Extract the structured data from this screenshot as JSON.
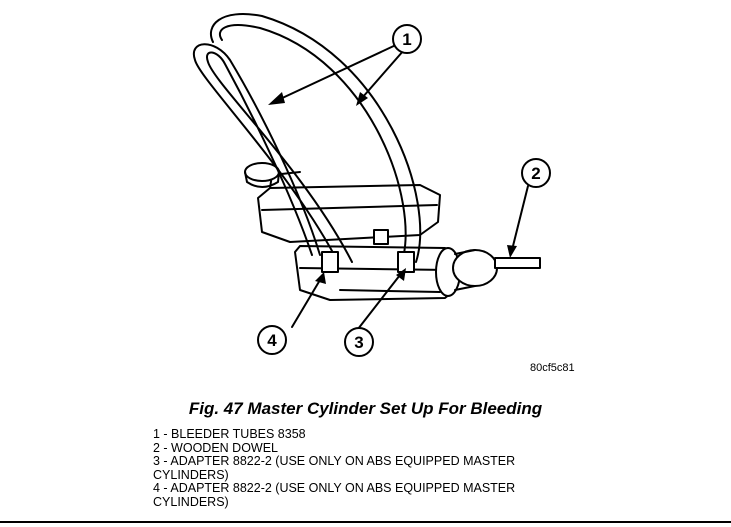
{
  "callouts": [
    {
      "number": "1"
    },
    {
      "number": "2"
    },
    {
      "number": "3"
    },
    {
      "number": "4"
    }
  ],
  "reference_code": "80cf5c81",
  "figure_caption": "Fig. 47 Master Cylinder Set Up For Bleeding",
  "legend": [
    "1 - BLEEDER TUBES 8358",
    "2 - WOODEN DOWEL",
    "3 - ADAPTER 8822-2 (USE ONLY ON ABS EQUIPPED MASTER CYLINDERS)",
    "4 - ADAPTER 8822-2 (USE ONLY ON ABS EQUIPPED MASTER CYLINDERS)"
  ]
}
